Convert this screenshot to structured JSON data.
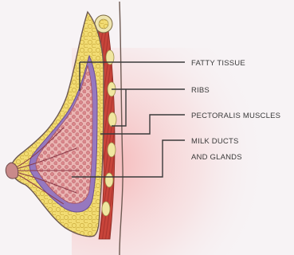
{
  "labels": {
    "fatty_tissue": "FATTY TISSUE",
    "ribs": "RIBS",
    "pectoralis": "PECTORALIS MUSCLES",
    "milk_line1": "MILK DUCTS",
    "milk_line2": "AND GLANDS"
  },
  "colors": {
    "background": "#f7f3f5",
    "skin_outline": "#6e5a52",
    "fatty_tissue": "#f2dc73",
    "lobule": "#e6a7a6",
    "gland_border": "#8a6bb0",
    "muscle": "#c8443a",
    "rib": "#f0e6a0",
    "pointer_line": "#3a3a3a"
  }
}
